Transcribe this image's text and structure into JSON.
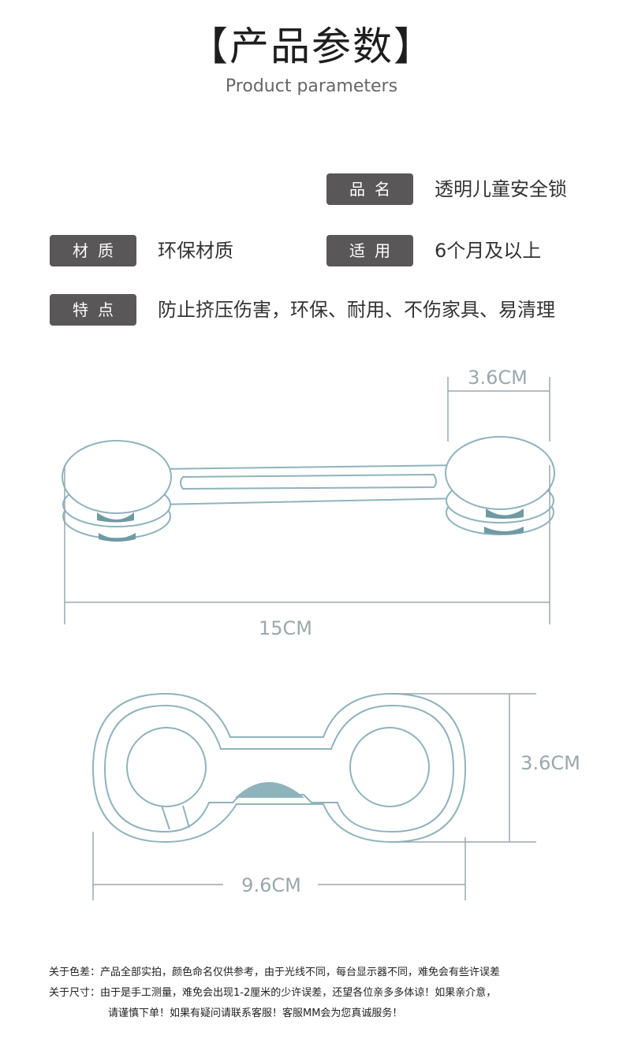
{
  "header": {
    "title": "【产品参数】",
    "subtitle": "Product parameters"
  },
  "params": {
    "name_label": "品名",
    "name_value": "透明儿童安全锁",
    "material_label": "材质",
    "material_value": "环保材质",
    "usage_label": "适用",
    "usage_value": "6个月及以上",
    "feature_label": "特点",
    "feature_value": "防止挤压伤害，环保、耐用、不伤家具、易清理"
  },
  "dimensions": {
    "side_height": "3.6CM",
    "side_length": "15CM",
    "top_height": "3.6CM",
    "top_width": "9.6CM"
  },
  "notes": {
    "color_note": "关于色差：产品全部实拍，颜色命名仅供参考，由于光线不同，每台显示器不同，难免会有些许误差",
    "size_note_1": "关于尺寸：由于是手工测量，难免会出现1-2厘米的少许误差，还望各位亲多多体谅！如果亲介意，",
    "size_note_2": "请谨慎下单！如果有疑问请联系客服！客服MM会为您真诚服务！"
  },
  "colors": {
    "tag_bg": "#595757",
    "outline": "#8fb3bd",
    "accent": "#6f9aa2",
    "dim_line": "#9aa8ad"
  }
}
